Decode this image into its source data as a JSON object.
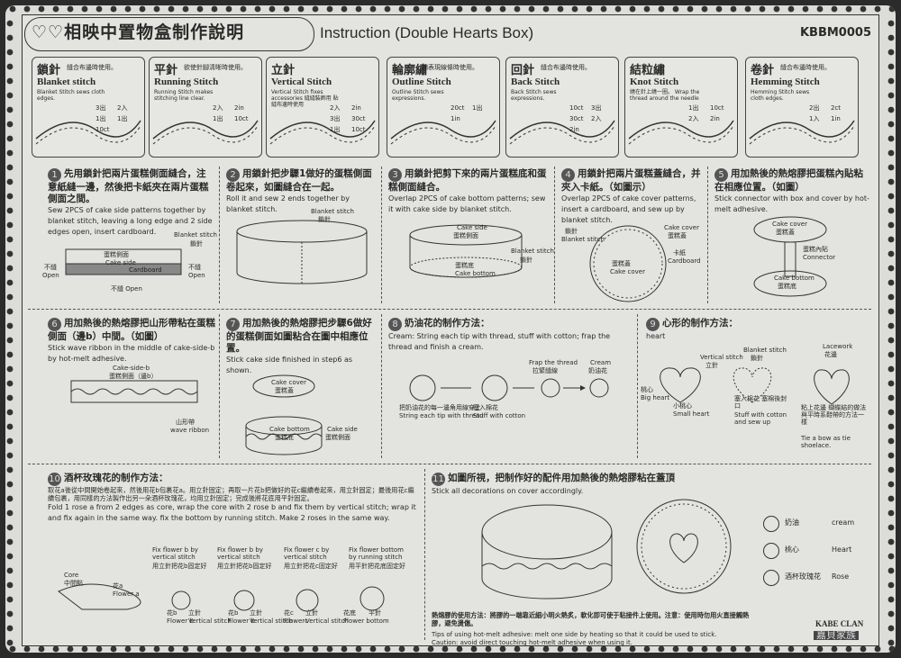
{
  "header": {
    "title": "♡♡相映中置物盒制作說明",
    "subtitle": "Instruction (Double Hearts Box)",
    "code": "KBBM0005"
  },
  "stitches": [
    {
      "cn": "鎖針",
      "en": "Blanket stitch",
      "cap": "縫合布邊時使用。",
      "desc": "Blanket Stitch sews cloth edges.",
      "nums": [
        "3出",
        "2入",
        "1出",
        "1出",
        "10ct"
      ]
    },
    {
      "cn": "平針",
      "en": "Running Stitch",
      "cap": "欲使針腳清晰時使用。",
      "desc": "Running Stitch makes stitching line clear.",
      "nums": [
        "2入",
        "2in",
        "1出",
        "10ct"
      ]
    },
    {
      "cn": "立針",
      "en": "Vertical Stitch",
      "cap": "",
      "desc": "Vertical Stitch fixes accessories 縫縫裝飾用 貼縫布邊時使用",
      "nums": [
        "2入",
        "2in",
        "3出",
        "30ct",
        "1出",
        "10ct"
      ]
    },
    {
      "cn": "輪廓繡",
      "en": "Outline Stitch",
      "cap": "繡表現線條時使用。",
      "desc": "Outline Stitch sews expressions.",
      "nums": [
        "20ct",
        "1出",
        "1in"
      ]
    },
    {
      "cn": "回針",
      "en": "Back Stitch",
      "cap": "縫合布邊時使用。",
      "desc": "Back Stitch sews expressions.",
      "nums": [
        "10ct",
        "3出",
        "30ct",
        "2入",
        "2in"
      ]
    },
    {
      "cn": "結粒繡",
      "en": "Knot Stitch",
      "cap": "",
      "desc": "繞在針上繞一圈。 Wrap the thread around the needle",
      "nums": [
        "1出",
        "10ct",
        "2入",
        "2in"
      ]
    },
    {
      "cn": "卷針",
      "en": "Hemming Stitch",
      "cap": "縫合布邊時使用。",
      "desc": "Hemming Stitch sews cloth edges.",
      "nums": [
        "2出",
        "2ct",
        "1入",
        "1in"
      ]
    }
  ],
  "steps": {
    "s1": {
      "n": "1",
      "cn": "先用鎖針把兩片蛋糕側面縫合，注意紙縫一邊，然後把卡紙夾在兩片蛋糕側面之間。",
      "en": "Sew 2PCS of cake side patterns together by blanket stitch, leaving a long edge and 2 side edges open, insert cardboard.",
      "labels": [
        "Blanket stitch",
        "鎖針",
        "蛋糕側面",
        "Cake side",
        "不縫",
        "Open",
        "不縫",
        "Open",
        "不縫 Open",
        "Cardboard"
      ]
    },
    "s2": {
      "n": "2",
      "cn": "用鎖針把步驟1做好的蛋糕側面卷起來，如圖縫合在一起。",
      "en": "Roll it and sew 2 ends together by blanket stitch.",
      "labels": [
        "Blanket stitch",
        "鎖針"
      ]
    },
    "s3": {
      "n": "3",
      "cn": "用鎖針把剪下來的兩片蛋糕底和蛋糕側面縫合。",
      "en": "Overlap 2PCS of cake bottom patterns; sew it with cake side by blanket stitch.",
      "labels": [
        "Cake side",
        "蛋糕側面",
        "蛋糕底",
        "Cake bottom",
        "Blanket stitch",
        "鎖針"
      ]
    },
    "s4": {
      "n": "4",
      "cn": "用鎖針把兩片蛋糕蓋縫合，并夾入卡紙。（如圖示）",
      "en": "Overlap 2PCS of cake cover patterns, insert a cardboard, and sew up by blanket stitch.",
      "labels": [
        "鎖針",
        "Blanket stitch",
        "Cake cover",
        "蛋糕蓋",
        "卡紙",
        "Cardboard",
        "蛋糕蓋",
        "Cake cover"
      ]
    },
    "s5": {
      "n": "5",
      "cn": "用加熱後的熱熔膠把蛋糕內貼粘在相應位置。（如圖）",
      "en": "Stick connector with box and cover by hot-melt adhesive.",
      "labels": [
        "Cake cover",
        "蛋糕蓋",
        "蛋糕內貼",
        "Connector",
        "Cake bottom",
        "蛋糕底"
      ]
    },
    "s6": {
      "n": "6",
      "cn": "用加熱後的熱熔膠把山形帶粘在蛋糕側面（邊b）中間。（如圖）",
      "en": "Stick wave ribbon in the middle of cake-side-b by hot-melt adhesive.",
      "labels": [
        "Cake-side-b",
        "蛋糕側面（邊b）",
        "山形帶",
        "wave ribbon"
      ]
    },
    "s7": {
      "n": "7",
      "cn": "用加熱後的熱熔膠把步驟6做好的蛋糕側面如圖粘合在圖中相應位置。",
      "en": "Stick cake side finished in step6 as shown.",
      "labels": [
        "Cake cover",
        "蛋糕蓋",
        "Cake bottom",
        "蛋糕底",
        "Cake side",
        "蛋糕側面"
      ]
    },
    "s8": {
      "n": "8",
      "cn": "奶油花的制作方法：",
      "en": "Cream: String each tip with thread, stuff with cotton; frap the thread and finish a cream.",
      "labels": [
        "把奶油花的每一邊角用線穿上",
        "String each tip with thread",
        "塞入棉花",
        "Stuff with cotton",
        "Frap the thread",
        "拉緊縫線",
        "Cream",
        "奶油花"
      ]
    },
    "s9": {
      "n": "9",
      "cn": "心形的制作方法：",
      "en": "heart",
      "labels": [
        "Vertical stitch",
        "立針",
        "Blanket stitch",
        "鎖針",
        "Lacework",
        "花邊",
        "桃心",
        "Big heart",
        "小桃心",
        "Small heart",
        "塞入棉花 塞棉後封口",
        "Stuff with cotton and sew up",
        "粘上花邊 蝴蝶結的做法與平時系鞋帶的方法一樣",
        "Tie a bow as tie shoelace."
      ]
    },
    "s10": {
      "n": "10",
      "cn": "酒杯玫瑰花的制作方法：",
      "cnDetail": "取花a後從中間開始卷起來，然後用花b包裹花a。用立針固定；再取一片花b把做好的花c繼續卷起來，用立針固定；最後用花c繼續包裹，用同樣的方法製作出另一朵酒杯玫瑰花，均用立針固定；完成後將花底用平針固定。",
      "en": "Fold 1 rose a from 2 edges as core, wrap the core with 2 rose b and fix them by vertical stitch; wrap it and fix again in the same way. fix the bottom by running stitch. Make 2 roses in the same way.",
      "labels": [
        "Core",
        "中間點",
        "花a",
        "Flower a",
        "Fix flower b by vertical stitch",
        "用立針把花b固定好",
        "Fix flower b by vertical stitch",
        "用立針把花b固定好",
        "Fix flower c by vertical stitch",
        "用立針把花c固定好",
        "Fix flower bottom by running stitch",
        "用平針把花底固定好",
        "花b",
        "Flower b",
        "立針",
        "Vertical stitch",
        "花b",
        "Flower b",
        "立針",
        "Vertical stitch",
        "花c",
        "Flowerc",
        "立針",
        "Vertical stitch",
        "花底",
        "Flower bottom",
        "平針"
      ]
    },
    "s11": {
      "n": "11",
      "cn": "如圖所視，把制作好的配件用加熱後的熱熔膠粘在蓋頂",
      "en": "Stick all decorations on cover accordingly.",
      "legend": [
        {
          "cn": "奶油",
          "en": "cream"
        },
        {
          "cn": "桃心",
          "en": "Heart"
        },
        {
          "cn": "酒杯玫瑰花",
          "en": "Rose"
        }
      ]
    }
  },
  "notes": {
    "cn": "熱熔膠的使用方法：將膠的一端靠近細小明火熱炙，軟化即可使于粘接件上使用。注意：使用時勿用火直接觸熱膠，避免燙傷。",
    "tips": "Tips of using hot-melt adhesive: melt one side by heating so that it could be used to stick.",
    "caution": "Caution: avoid direct touching hot-melt adhesive when using it."
  },
  "brand": {
    "top": "KABE CLAN",
    "bottom": "嘉貝家族"
  }
}
